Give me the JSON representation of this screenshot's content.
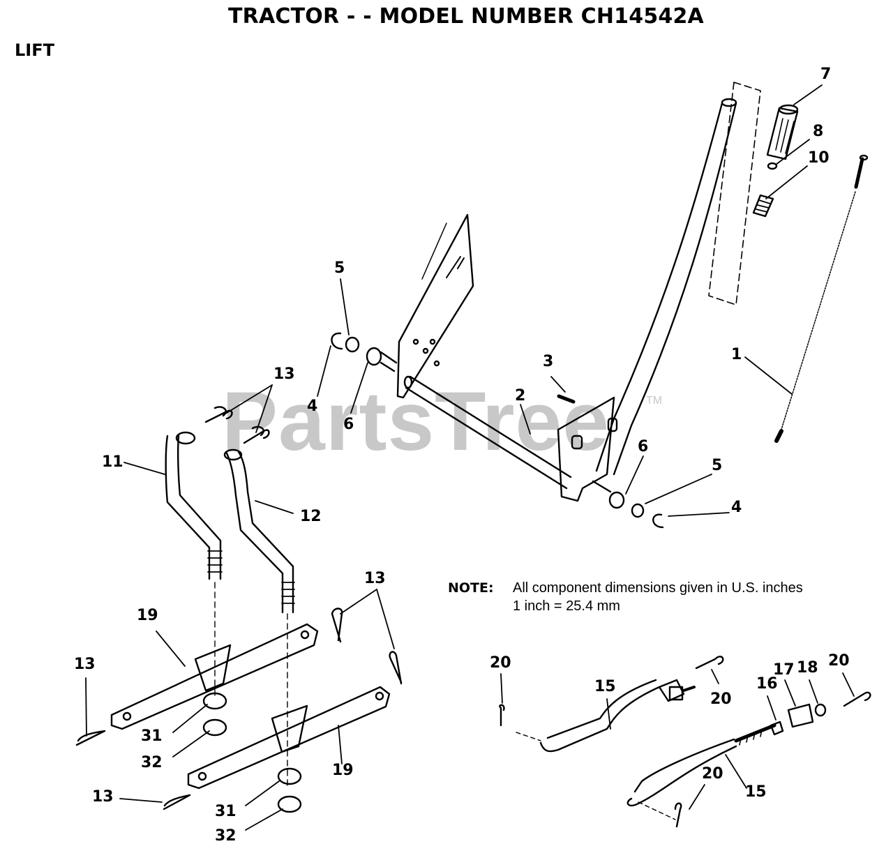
{
  "header": {
    "title": "TRACTOR - - MODEL NUMBER CH14542A",
    "section": "LIFT"
  },
  "watermark": {
    "text": "PartsTree",
    "tm": "TM"
  },
  "note": {
    "label": "NOTE:",
    "text": "All component dimensions given in U.S. inches",
    "conversion": "1 inch = 25.4 mm"
  },
  "callouts": {
    "c7": "7",
    "c8": "8",
    "c10": "10",
    "c5a": "5",
    "c4a": "4",
    "c6a": "6",
    "c3": "3",
    "c2": "2",
    "c1": "1",
    "c13a": "13",
    "c11": "11",
    "c12": "12",
    "c6b": "6",
    "c5b": "5",
    "c4b": "4",
    "c13b": "13",
    "c19a": "19",
    "c13c": "13",
    "c31a": "31",
    "c32a": "32",
    "c19b": "19",
    "c13d": "13",
    "c31b": "31",
    "c32b": "32",
    "c20a": "20",
    "c15a": "15",
    "c20b": "20",
    "c16": "16",
    "c17": "17",
    "c18": "18",
    "c20c": "20",
    "c20d": "20",
    "c15b": "15"
  }
}
